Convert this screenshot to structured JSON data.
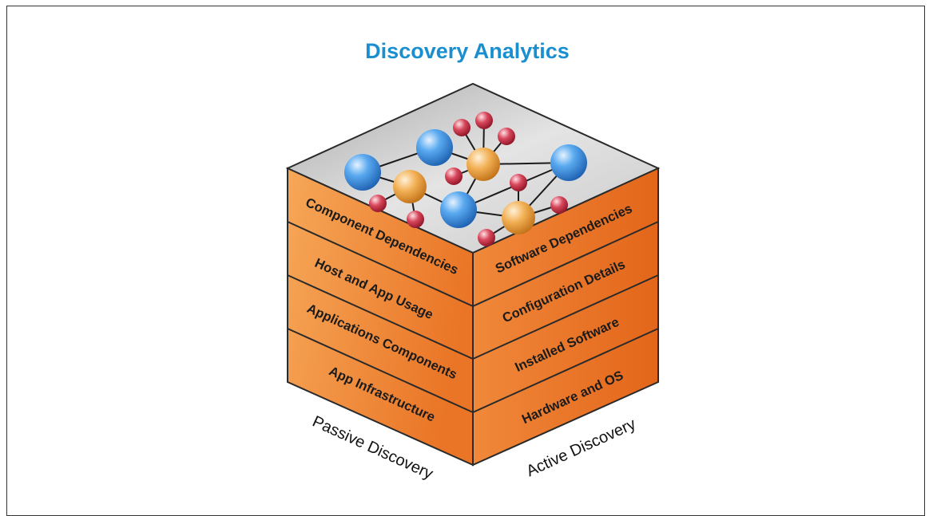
{
  "title": "Discovery Analytics",
  "colors": {
    "title": "#1a8fd0",
    "face_light": "#f5a253",
    "face_dark": "#e86f1f",
    "edge": "#2a2a2a",
    "node_blue": "#2f8fe0",
    "node_orange": "#f0a035",
    "node_red": "#c8283e"
  },
  "left_face": {
    "axis_label": "Passive Discovery",
    "layers": [
      "Component Dependencies",
      "Host and App Usage",
      "Applications Components",
      "App Infrastructure"
    ]
  },
  "right_face": {
    "axis_label": "Active Discovery",
    "layers": [
      "Software Dependencies",
      "Configuration Details",
      "Installed Software",
      "Hardware and OS"
    ]
  },
  "top_face": {
    "nodes": [
      {
        "kind": "blue",
        "icon": "blue-node-sphere"
      },
      {
        "kind": "blue",
        "icon": "blue-node-sphere"
      },
      {
        "kind": "blue",
        "icon": "blue-node-sphere"
      },
      {
        "kind": "blue",
        "icon": "blue-node-sphere"
      },
      {
        "kind": "orange",
        "icon": "orange-node-sphere"
      },
      {
        "kind": "orange",
        "icon": "orange-node-sphere"
      },
      {
        "kind": "orange",
        "icon": "orange-node-sphere"
      }
    ]
  }
}
